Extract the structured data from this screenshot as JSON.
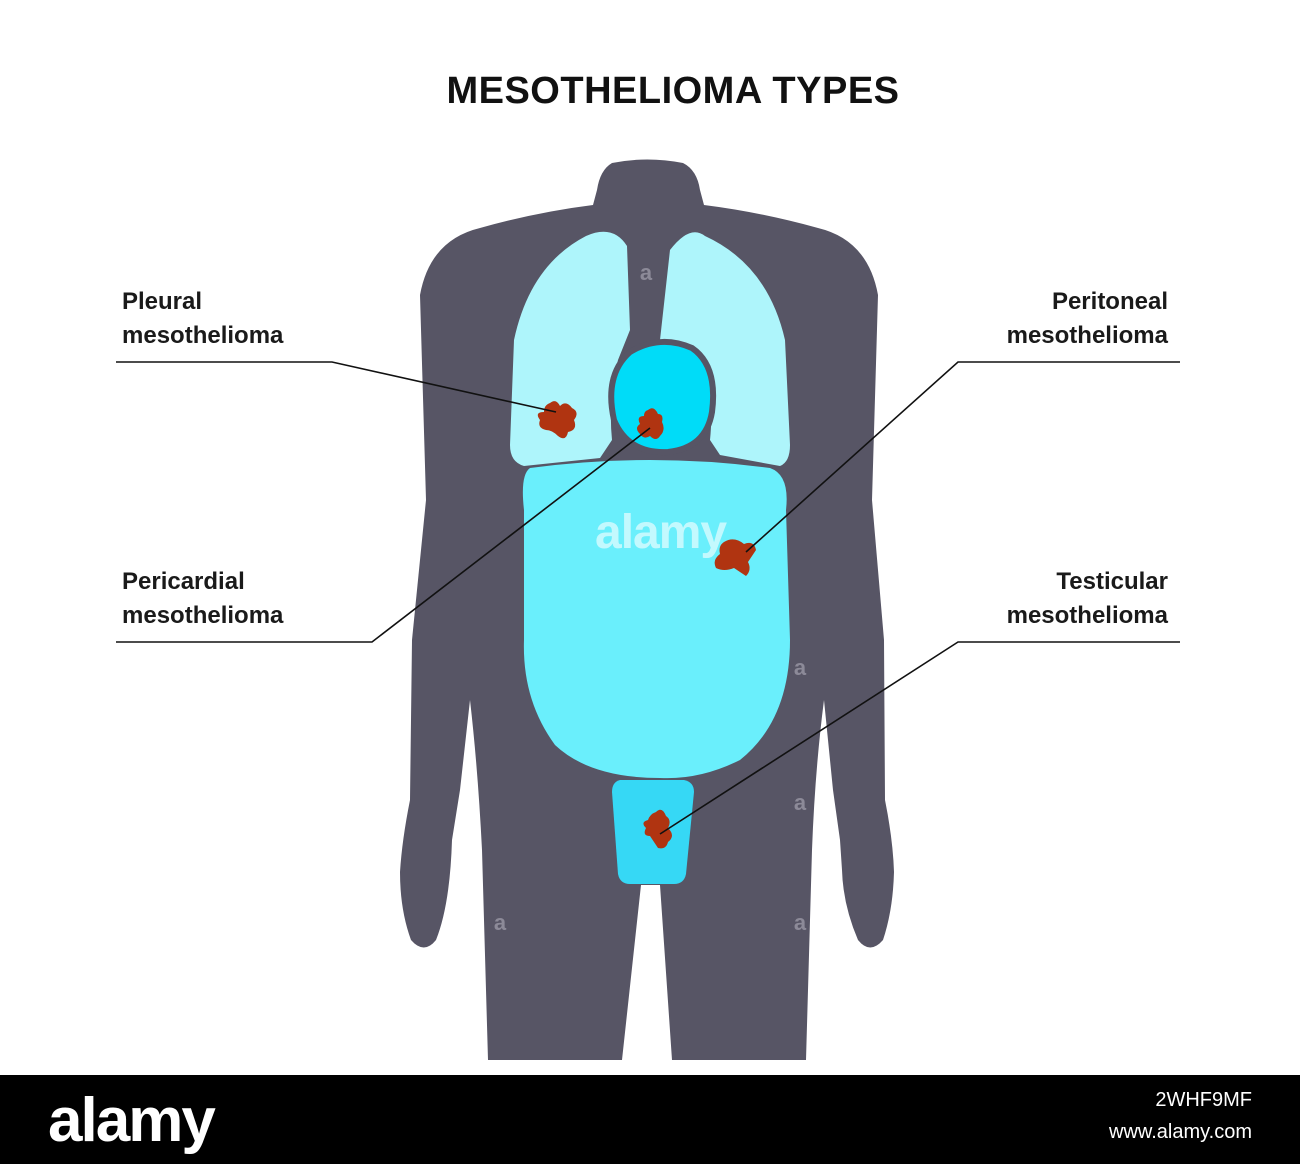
{
  "title": "MESOTHELIOMA TYPES",
  "labels": {
    "pleural": [
      "Pleural",
      "mesothelioma"
    ],
    "pericardial": [
      "Pericardial",
      "mesothelioma"
    ],
    "peritoneal": [
      "Peritoneal",
      "mesothelioma"
    ],
    "testicular": [
      "Testicular",
      "mesothelioma"
    ]
  },
  "watermark": "alamy",
  "footer": {
    "logo": "alamy",
    "image_id": "2WHF9MF",
    "site": "www.alamy.com"
  },
  "colors": {
    "body": "#575565",
    "lungs": "#aef5fb",
    "heart": "#00dcf8",
    "abdomen": "#6aeffc",
    "testis": "#36d8f5",
    "tumor": "#b03411",
    "leader_line": "#111111"
  }
}
